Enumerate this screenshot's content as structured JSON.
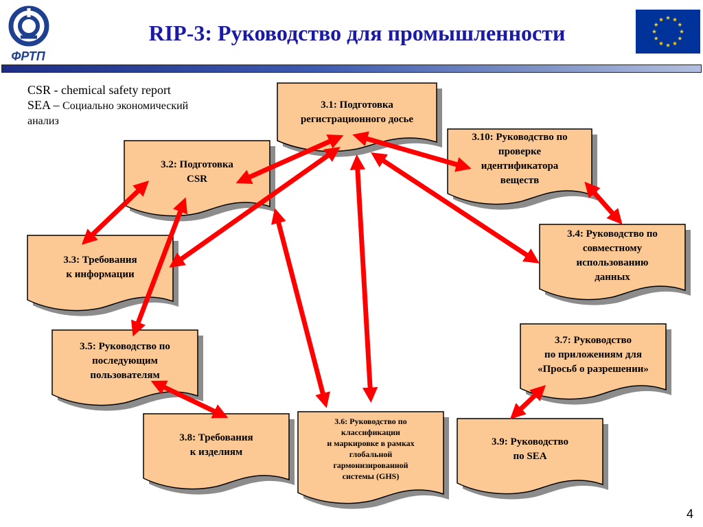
{
  "header": {
    "title": "RIP-3: Руководство для промышленности",
    "logo_text": "ФРТП"
  },
  "legend": {
    "line1": "CSR - chemical safety report",
    "line2_abbr": "SEA – ",
    "line2_text": "Социально экономический",
    "line3": "анализ"
  },
  "nodes": {
    "n31": "3.1: Подготовка\nрегистрационного досье",
    "n310": "3.10: Руководство по\nпроверке\nидентификатора\nвеществ",
    "n32": "3.2: Подготовка\nCSR",
    "n34": "3.4: Руководство по\nсовместному\nиспользованию\nданных",
    "n33": "3.3: Требования\nк информации",
    "n35": "3.5: Руководство по\nпоследующим\nпользователям",
    "n37": "3.7: Руководство\nпо приложениям для\n«Просьб о разрешении»",
    "n38": "3.8: Требования\nк изделиям",
    "n36": "3.6: Руководство по\nклассификации\nи маркировке в рамках\nглобальной\nгармонизированной\nсистемы (GHS)",
    "n39": "3.9: Руководство\nпо SEA"
  },
  "connections": [
    {
      "from": "3.1",
      "to": "3.2"
    },
    {
      "from": "3.1",
      "to": "3.10"
    },
    {
      "from": "3.1",
      "to": "3.4"
    },
    {
      "from": "3.1",
      "to": "3.3"
    },
    {
      "from": "3.1",
      "to": "3.6"
    },
    {
      "from": "3.10",
      "to": "3.4"
    },
    {
      "from": "3.2",
      "to": "3.3"
    },
    {
      "from": "3.2",
      "to": "3.5"
    },
    {
      "from": "3.5",
      "to": "3.8"
    },
    {
      "from": "3.6",
      "to": "3.2"
    },
    {
      "from": "3.7",
      "to": "3.9"
    }
  ],
  "colors": {
    "box_fill": "#fcc995",
    "box_stroke": "#000000",
    "shadow": "#8c8c8c",
    "arrow": "#ff0000",
    "title": "#1a1aa6",
    "divider": "#2f4aa0",
    "flag_blue": "#003399",
    "flag_star": "#ffcc00"
  },
  "page_number": "4"
}
